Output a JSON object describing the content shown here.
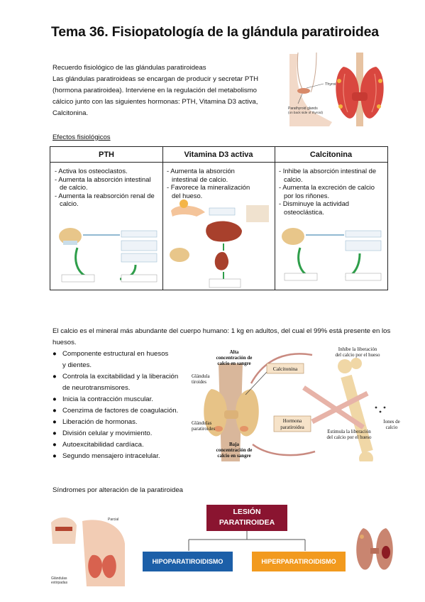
{
  "title": "Tema 36. Fisiopatología de la glándula paratiroidea",
  "intro": {
    "heading": "Recuerdo fisiológico de las glándulas paratiroideas",
    "lines": [
      "Las glándulas paratiroideas se encargan de producir y secretar PTH",
      "(hormona paratiroidea). Interviene en la regulación del metabolismo",
      "cálcico junto con las siguientes hormonas: PTH, Vitamina D3 activa,",
      "Calcitonina."
    ],
    "figure_labels": {
      "thyroid": "Thyroid",
      "parathyroid": "Parathyroid glands",
      "parathyroid_sub": "(on back side of thyroid)"
    }
  },
  "effects": {
    "heading": "Efectos fisiológicos",
    "columns": [
      {
        "title": "PTH",
        "lines": [
          "- Activa los osteoclastos.",
          "- Aumenta la absorción intestinal",
          "  de calcio.",
          "- Aumenta la reabsorción renal de",
          "  calcio."
        ]
      },
      {
        "title": "Vitamina D3 activa",
        "lines": [
          "- Aumenta la absorción",
          "  intestinal de calcio.",
          "- Favorece la mineralización",
          "  del hueso."
        ]
      },
      {
        "title": "Calcitonina",
        "lines": [
          "- Inhibe la absorción intestinal de",
          "  calcio.",
          "- Aumenta la excreción de calcio",
          "  por los riñones.",
          "- Disminuye la actividad",
          "  osteoclástica."
        ]
      }
    ]
  },
  "calcium": {
    "line1": "El calcio es el mineral más abundante del cuerpo humano: 1 kg en adultos, del cual el 99% está presente en los",
    "line2": "huesos.",
    "bullets": [
      [
        "Componente estructural en huesos",
        "y dientes."
      ],
      [
        "Controla la excitabilidad y la liberación",
        "de neurotransmisores."
      ],
      [
        "Inicia la contracción muscular."
      ],
      [
        "Coenzima de factores de coagulación."
      ],
      [
        "Liberación de hormonas."
      ],
      [
        "División celular y movimiento."
      ],
      [
        "Autoexcitabilidad cardíaca."
      ],
      [
        "Segundo mensajero intracelular."
      ]
    ],
    "diagram": {
      "alta": [
        "Alta",
        "concentración de",
        "calcio en sangre"
      ],
      "baja": [
        "Baja",
        "concentración de",
        "calcio en sangre"
      ],
      "glandula_tiroides": [
        "Glándula",
        "tiroides"
      ],
      "glandulas_paratiroides": [
        "Glándulas",
        "paratiroides"
      ],
      "calcitonina": "Calcitonina",
      "hormona": [
        "Hormona",
        "paratiroidea"
      ],
      "inhibe": [
        "Inhibe la liberación",
        "del calcio por el hueso"
      ],
      "estimula": [
        "Estimula la liberación",
        "del calcio por el hueso"
      ],
      "iones": [
        "Iones de",
        "calcio"
      ]
    }
  },
  "syndromes": {
    "heading": "Síndromes por alteración de la paratiroidea",
    "lesion": [
      "LESIÓN",
      "PARATIROIDEA"
    ],
    "hipo": "HIPOPARATIROIDISMO",
    "hiper": "HIPERPARATIROIDISMO",
    "fig_labels": {
      "parcial": "Parcial",
      "glandulas": [
        "Glándulas",
        "extirpadas"
      ]
    }
  },
  "colors": {
    "red": "#8a1430",
    "blue": "#1c5fa8",
    "orange": "#f29a1e",
    "arrow_green": "#2e9e4a"
  }
}
